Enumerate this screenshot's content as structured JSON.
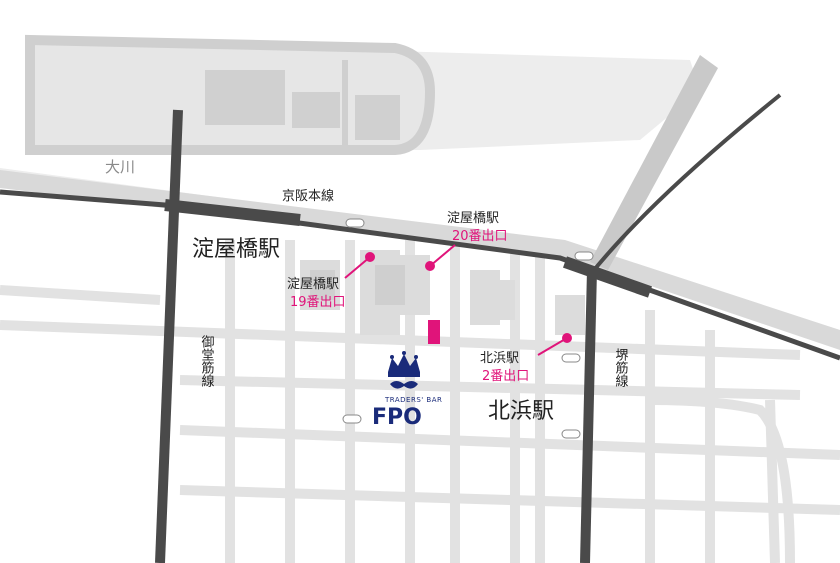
{
  "colors": {
    "street": "#ededed",
    "block": "#e0e0e0",
    "river": "#d3d3d3",
    "rail": "#4a4a4a",
    "exit_marker": "#e0147a",
    "label": "#222222",
    "brand": "#1a2b7a",
    "background": "#ffffff"
  },
  "labels": {
    "river": "大川",
    "keihan_line": "京阪本線",
    "midosuji": "御堂筋線",
    "sakaisuji": "堺筋線",
    "yodoyabashi_station": "淀屋橋駅",
    "kitahama_station": "北浜駅"
  },
  "exits": [
    {
      "station": "淀屋橋駅",
      "exit": "20番出口"
    },
    {
      "station": "淀屋橋駅",
      "exit": "19番出口"
    },
    {
      "station": "北浜駅",
      "exit": "2番出口"
    }
  ],
  "venue": {
    "subtitle": "TRADERS' BAR",
    "name": "FPO",
    "icon": "crown-mustache-logo"
  }
}
